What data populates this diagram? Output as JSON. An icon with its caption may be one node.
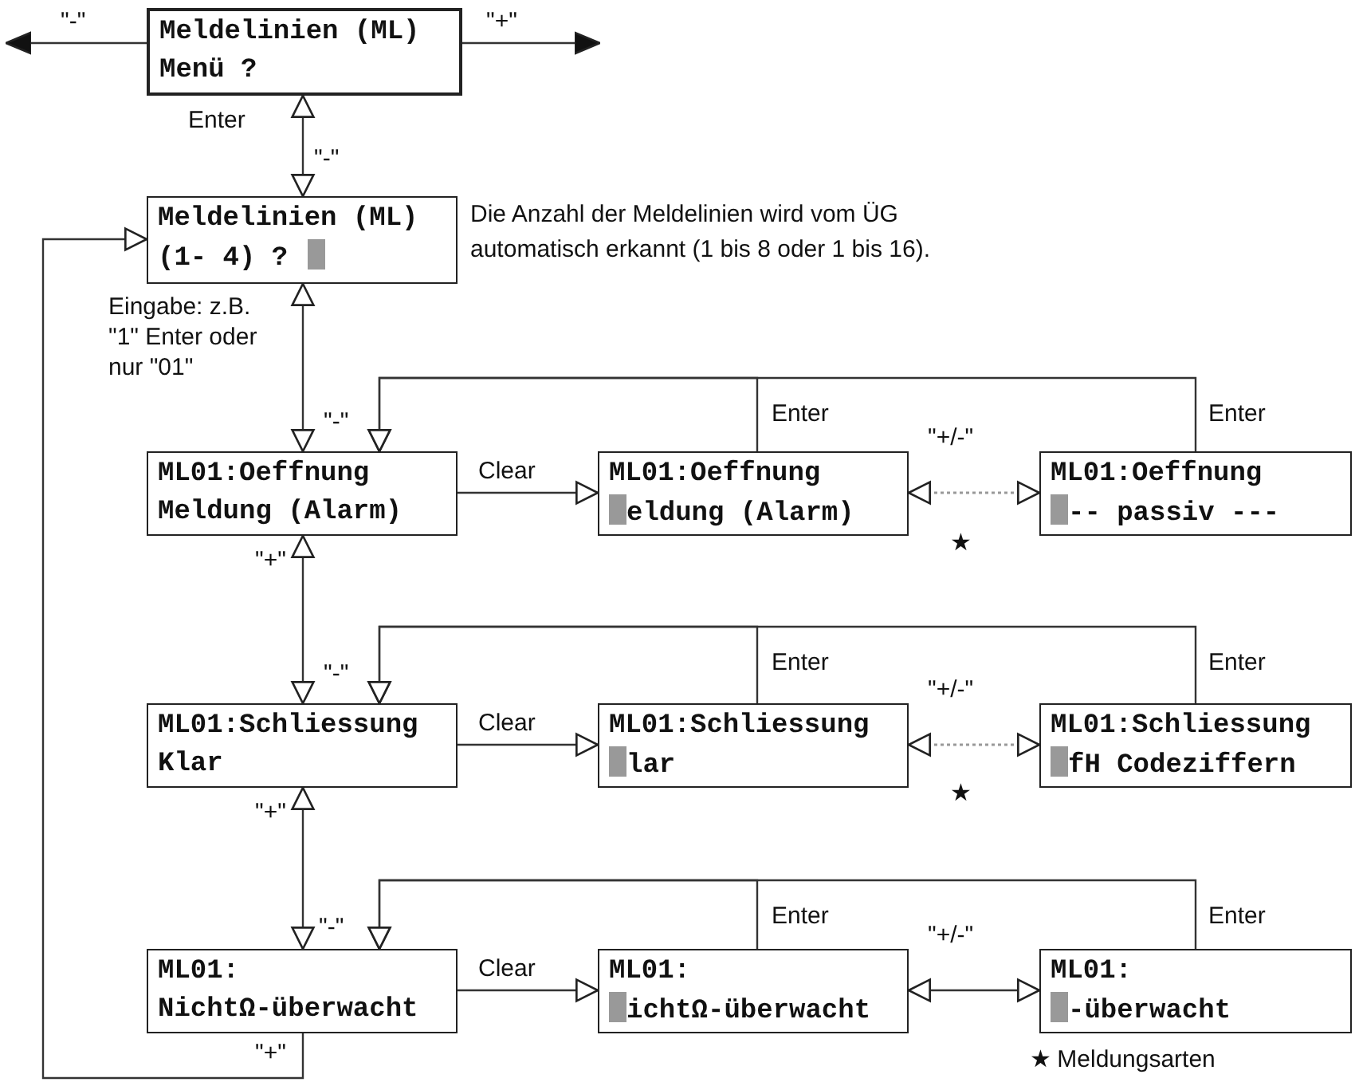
{
  "diagram": {
    "nodes": [
      {
        "text": [
          "Meldelinien (ML)",
          "Menü ?"
        ]
      },
      {
        "text": [
          "Meldelinien (ML)",
          "(1- 4) ?"
        ],
        "beside": [
          "Die Anzahl der Meldelinien wird vom ÜG automatisch erkannt (1 bis 8 oder 1 bis 16)."
        ]
      },
      {
        "text": [
          "ML01:Oeffnung",
          "Meldung (Alarm)"
        ]
      },
      {
        "text": [
          "ML01:Oeffnung",
          "eldung (Alarm)"
        ]
      },
      {
        "text": [
          "ML01:Oeffnung",
          "-- passiv ---"
        ]
      },
      {
        "text": [
          "ML01:Schliessung",
          "Klar"
        ]
      },
      {
        "text": [
          "ML01:Schliessung",
          "lar"
        ]
      },
      {
        "text": [
          "ML01:Schliessung",
          "fH Codeziffern"
        ]
      },
      {
        "text": [
          "ML01:",
          "NichtΩ-überwacht"
        ]
      },
      {
        "text": [
          "ML01:",
          "ichtΩ-überwacht"
        ]
      },
      {
        "text": [
          "ML01:",
          "-überwacht"
        ]
      }
    ],
    "edges": [
      {
        "from": 0,
        "to": null,
        "arrow": "to",
        "label": "\"-\""
      },
      {
        "from": 0,
        "to": null,
        "arrow": "to",
        "label": "\"+\""
      },
      {
        "from": 0,
        "to": 1,
        "arrow": "both",
        "label": "Enter"
      },
      {
        "from": 1,
        "to": 2,
        "arrow": "both",
        "label": "Eingabe: z.B. \"1\" Enter oder nur \"01\""
      },
      {
        "from": 2,
        "to": 3,
        "arrow": "to",
        "label": "Clear"
      },
      {
        "from": 3,
        "to": 2,
        "arrow": "to",
        "label": "Enter"
      },
      {
        "from": 4,
        "to": 2,
        "arrow": "to",
        "label": "Enter"
      },
      {
        "from": 3,
        "to": 4,
        "arrow": "both",
        "label": "\"+/-\"",
        "style": "dashed",
        "color": "#999999"
      },
      {
        "from": 2,
        "to": 5,
        "arrow": "both",
        "label": "\"+\""
      },
      {
        "from": 5,
        "to": 6,
        "arrow": "to",
        "label": "Clear"
      },
      {
        "from": 6,
        "to": 5,
        "arrow": "to",
        "label": "Enter"
      },
      {
        "from": 7,
        "to": 5,
        "arrow": "to",
        "label": "Enter"
      },
      {
        "from": 6,
        "to": 7,
        "arrow": "both",
        "label": "\"+/-\"",
        "style": "dashed",
        "color": "#999999"
      },
      {
        "from": 5,
        "to": 8,
        "arrow": "both",
        "label": "\"+\""
      },
      {
        "from": 8,
        "to": 9,
        "arrow": "to",
        "label": "Clear"
      },
      {
        "from": 9,
        "to": 8,
        "arrow": "to",
        "label": "Enter"
      },
      {
        "from": 10,
        "to": 8,
        "arrow": "to",
        "label": "Enter"
      },
      {
        "from": 9,
        "to": 10,
        "arrow": "both",
        "label": "\"+/-\""
      },
      {
        "from": 8,
        "to": 1,
        "arrow": "to",
        "label": "\"+\""
      }
    ],
    "labels": [
      "\"-\"",
      "\"-\"",
      "★",
      "\"-\"",
      "★",
      "\"-\"",
      "★ Meldungsarten"
    ]
  }
}
